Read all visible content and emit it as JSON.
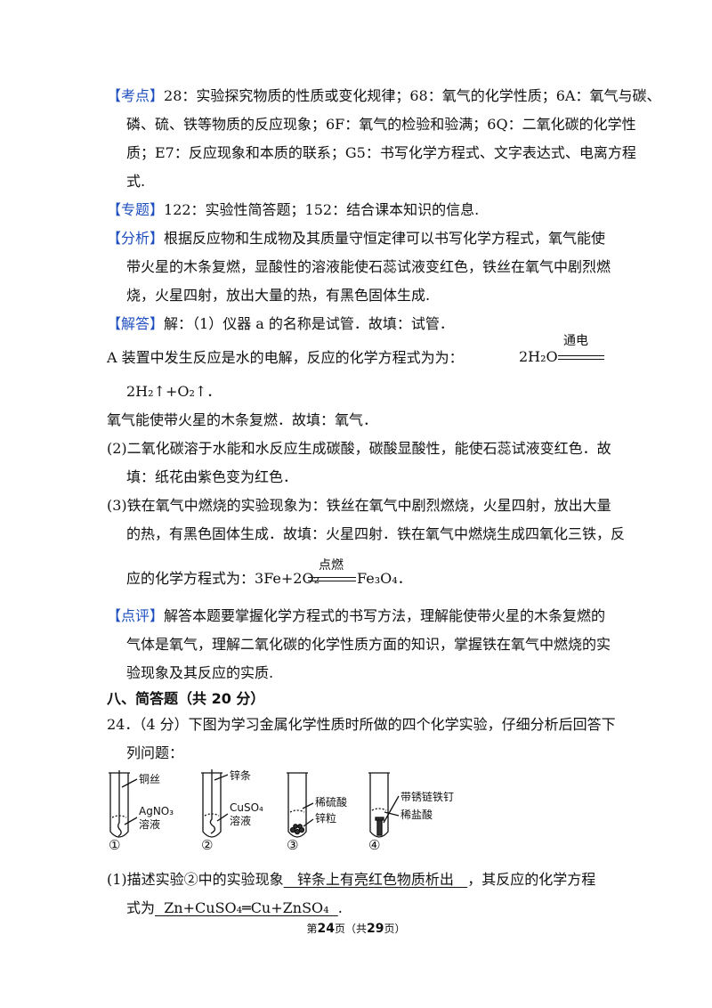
{
  "kaodian": {
    "tag": "【考点】",
    "line1": "28：实验探究物质的性质或变化规律；68：氧气的化学性质；6A：氧气与碳、",
    "line2": "磷、硫、铁等物质的反应现象；6F：氧气的检验和验满；6Q：二氧化碳的化学性",
    "line3": "质；E7：反应现象和本质的联系；G5：书写化学方程式、文字表达式、电离方程",
    "line4": "式."
  },
  "zhuanti": {
    "tag": "【专题】",
    "text": "122：实验性简答题；152：结合课本知识的信息."
  },
  "fenxi": {
    "tag": "【分析】",
    "line1": "根据反应物和生成物及其质量守恒定律可以书写化学方程式，氧气能使",
    "line2": "带火星的木条复燃，显酸性的溶液能使石蕊试液变红色，铁丝在氧气中剧烈燃",
    "line3": "烧，火星四射，放出大量的热，有黑色固体生成."
  },
  "jieda": {
    "tag": "【解答】",
    "line1": "解：（1）仪器 a 的名称是试管．故填：试管．",
    "line2": "A 装置中发生反应是水的电解，反应的化学方程式为为：",
    "eq1_left": "2H₂O",
    "eq1_cond": "通电",
    "eq1_right": "2H₂↑+O₂↑．",
    "line3": "氧气能使带火星的木条复燃．故填：氧气．",
    "line4": "(2)二氧化碳溶于水能和水反应生成碳酸，碳酸显酸性，能使石蕊试液变红色．故",
    "line5": "填：纸花由紫色变为红色．",
    "line6": "(3)铁在氧气中燃烧的实验现象为：铁丝在氧气中剧烈燃烧，火星四射，放出大量",
    "line7": "的热，有黑色固体生成．故填：火星四射．铁在氧气中燃烧生成四氧化三铁，反",
    "line8": "应的化学方程式为：",
    "eq2_left": "3Fe+2O₂",
    "eq2_cond": "点燃",
    "eq2_right": "Fe₃O₄．"
  },
  "dianping": {
    "tag": "【点评】",
    "line1": "解答本题要掌握化学方程式的书写方法，理解能使带火星的木条复燃的",
    "line2": "气体是氧气，理解二氧化碳的化学性质方面的知识，掌握铁在氧气中燃烧的实",
    "line3": "验现象及其反应的实质."
  },
  "section": {
    "title": "八、简答题（共 20 分）"
  },
  "q24": {
    "line1": "24．（4 分）下图为学习金属化学性质时所做的四个化学实验，仔细分析后回答下",
    "line2": "列问题：",
    "tubes": [
      {
        "num": "①",
        "label_top": "铜丝",
        "label_bottom1": "AgNO₃",
        "label_bottom2": "溶液"
      },
      {
        "num": "②",
        "label_top": "锌条",
        "label_bottom1": "CuSO₄",
        "label_bottom2": "溶液"
      },
      {
        "num": "③",
        "label_top": "稀硫酸",
        "label_bottom1": "锌粒",
        "label_bottom2": ""
      },
      {
        "num": "④",
        "label_top": "带锈链铁钉",
        "label_bottom1": "稀盐酸",
        "label_bottom2": ""
      }
    ],
    "sub1_prefix": "(1)描述实验②中的实验现象",
    "sub1_answer": "   锌条上有亮红色物质析出   ",
    "sub1_mid": "，其反应的化学方程",
    "sub1_prefix2": "式为",
    "sub1_answer2": "  Zn+CuSO₄═Cu+ZnSO₄  ",
    "sub1_end": "."
  },
  "footer": {
    "prefix": "第",
    "page": "24",
    "mid": "页（共",
    "total": "29",
    "suffix": "页）"
  }
}
